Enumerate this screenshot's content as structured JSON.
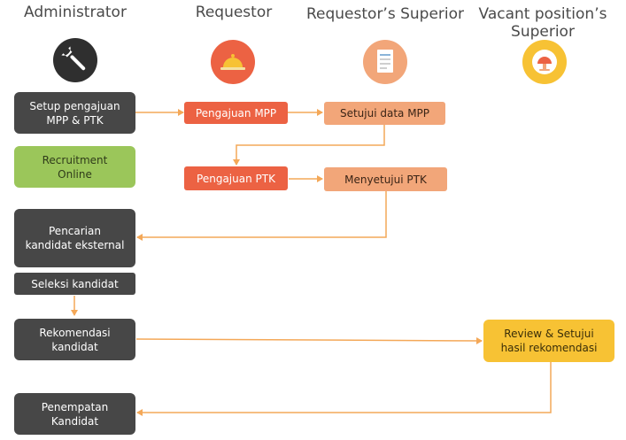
{
  "columns": {
    "administrator": "Administrator",
    "requestor": "Requestor",
    "requestor_superior": "Requestor’s Superior",
    "vacant_superior": "Vacant position’s\nSuperior"
  },
  "boxes": {
    "setup": "Setup pengajuan\nMPP & PTK",
    "recruitment": "Recruitment\nOnline",
    "pencarian": "Pencarian\nkandidat eksternal",
    "seleksi": "Seleksi kandidat",
    "rekomendasi": "Rekomendasi\nkandidat",
    "penempatan": "Penempatan\nKandidat",
    "pengajuan_mpp": "Pengajuan MPP",
    "pengajuan_ptk": "Pengajuan PTK",
    "setujui_mpp": "Setujui data MPP",
    "menyetujui_ptk": "Menyetujui PTK",
    "review": "Review & Setujui\nhasil rekomendasi"
  },
  "icons": {
    "administrator": "wrench-icon",
    "requestor": "service-bell-icon",
    "requestor_superior": "document-icon",
    "vacant_superior": "desk-lamp-icon"
  },
  "colors": {
    "dark": "#474747",
    "green": "#9bc65a",
    "red": "#ec6243",
    "salmon": "#f2a679",
    "yellow": "#f7c234",
    "connector": "#f4a858"
  }
}
